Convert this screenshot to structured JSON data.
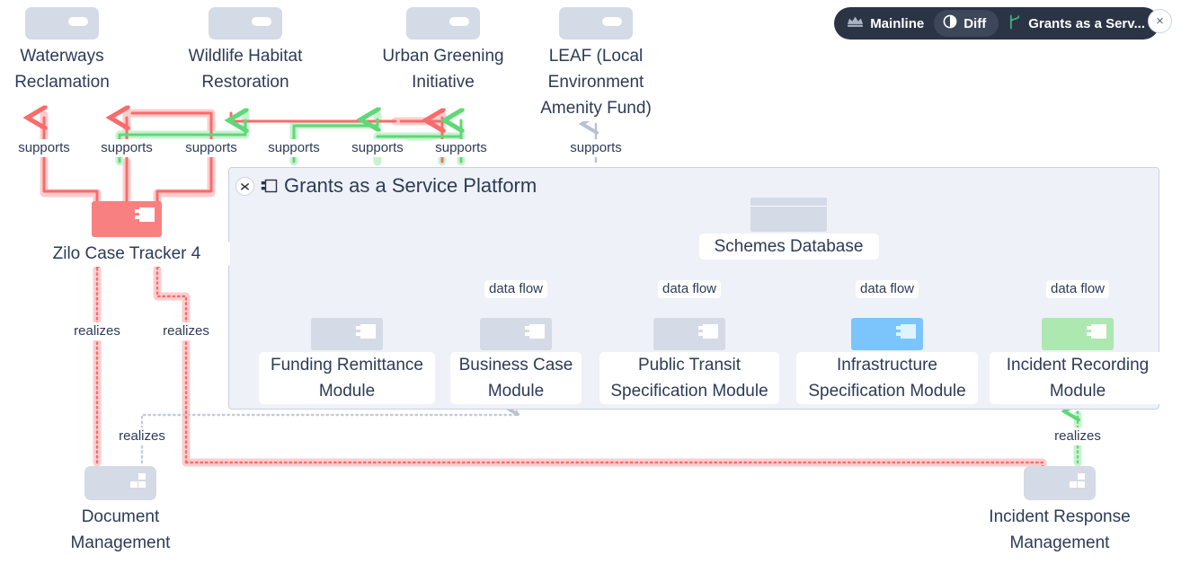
{
  "toolbar": {
    "branch_label": "Mainline",
    "diff_label": "Diff",
    "model_label": "Grants as a Serv...",
    "close_label": "×",
    "crown_icon": "crown-icon",
    "diff_icon": "diff-contrast-icon",
    "branch_icon": "branch-icon",
    "accent_dark": "#2b3445",
    "branch_green": "#3fae86"
  },
  "group": {
    "title": "Grants as a Service Platform",
    "collapse_icon": "collapse-vertical-icon",
    "type_icon": "grouping-icon",
    "fill": "#eef1f7",
    "border": "#c9d1e0"
  },
  "goals": [
    {
      "label": "Waterways\nReclamation",
      "fill": "#d4dae6"
    },
    {
      "label": "Wildlife Habitat\nRestoration",
      "fill": "#d4dae6"
    },
    {
      "label": "Urban Greening\nInitiative",
      "fill": "#d4dae6"
    },
    {
      "label": "LEAF (Local\nEnvironment\nAmenity Fund)",
      "fill": "#d4dae6"
    }
  ],
  "supports_labels": [
    "supports",
    "supports",
    "supports",
    "supports",
    "supports",
    "supports",
    "supports"
  ],
  "realizes_labels": [
    "realizes",
    "realizes",
    "realizes",
    "realizes"
  ],
  "data_flow_labels": [
    "data flow",
    "data flow",
    "data flow",
    "data flow"
  ],
  "applications": {
    "zilo": {
      "label": "Zilo Case Tracker 4",
      "fill": "#f98080"
    },
    "store": {
      "label": "Schemes Database",
      "fill": "#d4dae6"
    },
    "modules": [
      {
        "label": "Funding Remittance\nModule",
        "fill": "#d4dae6"
      },
      {
        "label": "Business Case\nModule",
        "fill": "#d4dae6"
      },
      {
        "label": "Public Transit\nSpecification Module",
        "fill": "#d4dae6"
      },
      {
        "label": "Infrastructure\nSpecification Module",
        "fill": "#7cc5fc"
      },
      {
        "label": "Incident Recording\nModule",
        "fill": "#ade8b0"
      }
    ]
  },
  "capabilities": [
    {
      "label": "Document\nManagement",
      "fill": "#d4dae6"
    },
    {
      "label": "Incident Response\nManagement",
      "fill": "#d4dae6"
    }
  ],
  "edge_colors": {
    "added": "#5fd877",
    "removed": "#fa6b6b",
    "neutral": "#c3cbdb",
    "highlight": "#1a1a1a"
  }
}
